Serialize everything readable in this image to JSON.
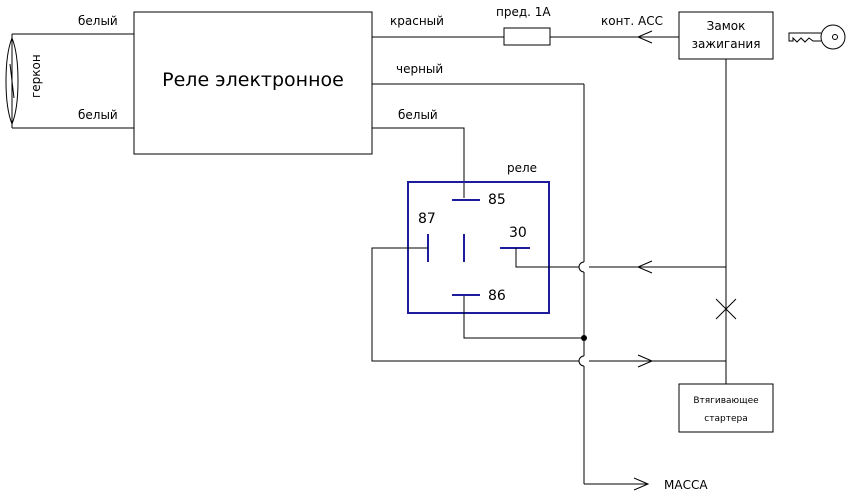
{
  "labels": {
    "white_top": "белый",
    "white_bottom": "белый",
    "reed": "геркон",
    "relay_block": "Реле электронное",
    "red": "красный",
    "black": "черный",
    "white_right": "белый",
    "fuse": "пред. 1А",
    "acc": "конт. АСС",
    "ignition_line1": "Замок",
    "ignition_line2": "зажигания",
    "relay": "реле",
    "pin85": "85",
    "pin87": "87",
    "pin30": "30",
    "pin86": "86",
    "starter_line1": "Втягивающее",
    "starter_line2": "стартера",
    "ground": "МАССА"
  },
  "colors": {
    "wire": "#000000",
    "relay_outline": "#1c1c9c"
  },
  "icons": [
    "key-icon",
    "reed-switch-icon",
    "fuse-icon",
    "arrow-icon",
    "cross-icon"
  ]
}
